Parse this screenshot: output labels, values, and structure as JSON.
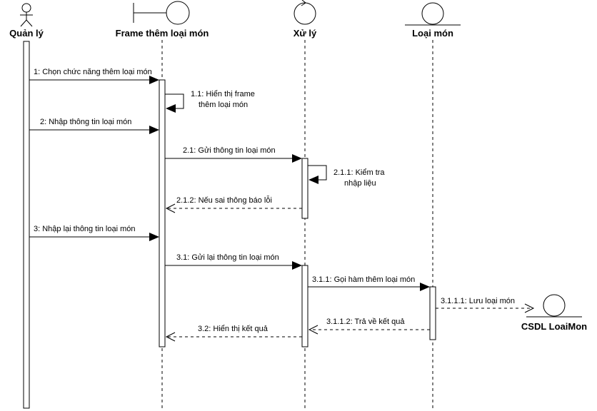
{
  "participants": {
    "manager": "Quản lý",
    "frame": "Frame thêm loại món",
    "handler": "Xử lý",
    "entity": "Loại món",
    "database": "CSDL LoaiMon"
  },
  "messages": {
    "m1": "1: Chọn chức năng thêm loại món",
    "m1_1a": "1.1: Hiển thị frame",
    "m1_1b": "thêm loại món",
    "m2": "2: Nhập thông tin loại món",
    "m2_1": "2.1: Gửi thông tin loại món",
    "m2_1_1a": "2.1.1: Kiểm tra",
    "m2_1_1b": "nhập liệu",
    "m2_1_2": "2.1.2: Nếu sai thông báo lỗi",
    "m3": "3: Nhập lại thông tin loại món",
    "m3_1": "3.1: Gửi lại thông tin loại món",
    "m3_1_1": "3.1.1: Gọi hàm thêm loại món",
    "m3_1_1_1": "3.1.1.1: Lưu loại món",
    "m3_1_1_2": "3.1.1.2: Trả về kết quả",
    "m3_2": "3.2: Hiển thị kết quả"
  }
}
